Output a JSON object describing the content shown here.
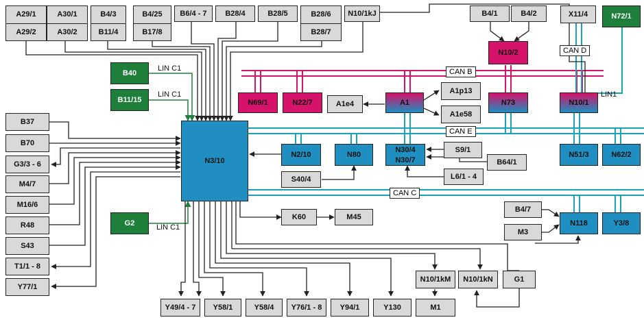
{
  "nodes": {
    "a29_1": "A29/1",
    "a29_2": "A29/2",
    "a30_1": "A30/1",
    "a30_2": "A30/2",
    "b4_3": "B4/3",
    "b11_4": "B11/4",
    "b4_25": "B4/25",
    "b17_8": "B17/8",
    "b6_4_7": "B6/4 - 7",
    "b28_4": "B28/4",
    "b28_5": "B28/5",
    "b28_6": "B28/6",
    "b28_7": "B28/7",
    "n10_1kj": "N10/1kJ",
    "b4_1": "B4/1",
    "b4_2": "B4/2",
    "n10_2": "N10/2",
    "x11_4": "X11/4",
    "n72_1": "N72/1",
    "b40": "B40",
    "b11_15": "B11/15",
    "n69_1": "N69/1",
    "n22_7": "N22/7",
    "a1e4": "A1e4",
    "a1": "A1",
    "a1p13": "A1p13",
    "a1e58": "A1e58",
    "n73": "N73",
    "n10_1": "N10/1",
    "b37": "B37",
    "b70": "B70",
    "g3_3_6": "G3/3 - 6",
    "m4_7": "M4/7",
    "m16_6": "M16/6",
    "r48": "R48",
    "s43": "S43",
    "t1_1_8": "T1/1 - 8",
    "y77_1": "Y77/1",
    "n3_10": "N3/10",
    "n2_10": "N2/10",
    "n80": "N80",
    "n30_4": "N30/4",
    "n30_7": "N30/7",
    "s9_1": "S9/1",
    "b64_1": "B64/1",
    "l6_1_4": "L6/1 - 4",
    "s40_4": "S40/4",
    "n51_3": "N51/3",
    "n62_2": "N62/2",
    "g2": "G2",
    "k60": "K60",
    "m45": "M45",
    "b4_7": "B4/7",
    "m3": "M3",
    "n118": "N118",
    "y3_8": "Y3/8",
    "n10_1km": "N10/1kM",
    "n10_1kn": "N10/1kN",
    "g1": "G1",
    "y49_4_7": "Y49/4 - 7",
    "y58_1": "Y58/1",
    "y58_4": "Y58/4",
    "y76_1_8": "Y76/1 - 8",
    "y94_1": "Y94/1",
    "y130": "Y130",
    "m1": "M1"
  },
  "buses": {
    "can_b": "CAN B",
    "can_c": "CAN C",
    "can_d": "CAN D",
    "can_e": "CAN E"
  },
  "links": {
    "lin_c1_b40": "LIN C1",
    "lin_c1_b11": "LIN C1",
    "lin_c1_g2": "LIN C1",
    "lin1": "LIN1"
  },
  "colors": {
    "magenta": "#d6126a",
    "cyan": "#1aa3b5",
    "green": "#1e7f3a",
    "blue": "#1e8fc0",
    "wire": "#222222",
    "gray": "#d9d9d9"
  }
}
